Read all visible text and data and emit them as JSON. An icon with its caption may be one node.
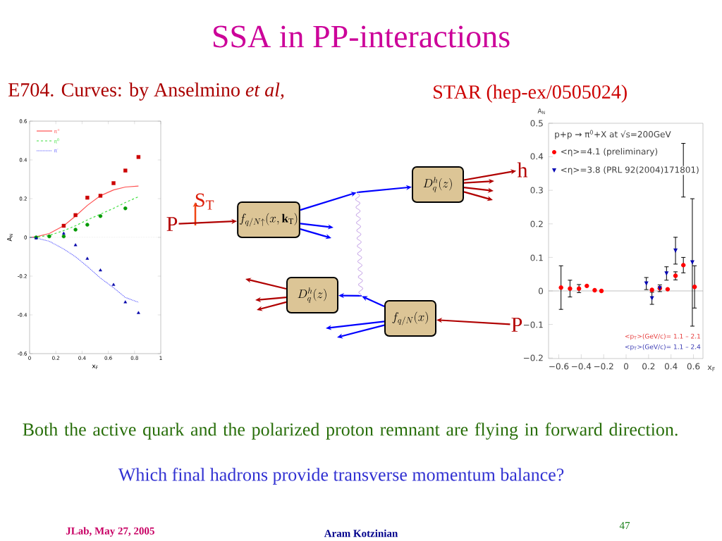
{
  "diagram": {
    "title": "SSA in PP-interactions",
    "nodes": [
      {
        "text": [
          "P"
        ]
      },
      {
        "text": [
          "f_{q/N\\uparrow}(x,\\mathbf{k}_{\\mathrm{T}})"
        ]
      },
      {
        "text": [],
        "shape": "point"
      },
      {
        "text": [
          "D_q^h(z)"
        ]
      },
      {
        "text": [
          "h"
        ]
      },
      {
        "text": [
          "D_q^h(z)"
        ]
      },
      {
        "text": [],
        "shape": "point"
      },
      {
        "text": [
          "f_{q/N}(x)"
        ]
      },
      {
        "text": [
          "P"
        ]
      }
    ],
    "edges": [
      {
        "from": 0,
        "to": 1,
        "arrow": "to"
      },
      {
        "from": 1,
        "to": 2,
        "arrow": "to",
        "color": "#0000ff"
      },
      {
        "from": 1,
        "to": null,
        "arrow": "to",
        "color": "#0000ff"
      },
      {
        "from": 1,
        "to": null,
        "arrow": "to",
        "color": "#0000ff"
      },
      {
        "from": 2,
        "to": 3,
        "arrow": "to",
        "color": "#0000ff"
      },
      {
        "from": 2,
        "to": 6,
        "arrow": "none",
        "color": "#c8a8e8"
      },
      {
        "from": 3,
        "to": 4,
        "arrow": "to"
      },
      {
        "from": 3,
        "to": null,
        "arrow": "to"
      },
      {
        "from": 3,
        "to": null,
        "arrow": "to"
      },
      {
        "from": 3,
        "to": null,
        "arrow": "to"
      },
      {
        "from": 5,
        "to": null,
        "arrow": "to"
      },
      {
        "from": 5,
        "to": null,
        "arrow": "to"
      },
      {
        "from": 5,
        "to": null,
        "arrow": "to"
      },
      {
        "from": 7,
        "to": 6,
        "arrow": "to",
        "color": "#0000ff"
      },
      {
        "from": 6,
        "to": 5,
        "arrow": "to",
        "color": "#0000ff"
      },
      {
        "from": 7,
        "to": null,
        "arrow": "to",
        "color": "#0000ff"
      },
      {
        "from": 7,
        "to": null,
        "arrow": "to",
        "color": "#0000ff"
      },
      {
        "from": 8,
        "to": 7,
        "arrow": "to"
      }
    ],
    "labels": [
      "E704. Curves: by Anselmino *et al,*",
      "STAR (hep-ex/0505024)",
      "S$_{T}$",
      "A$_{N}$",
      "0.5",
      "p+p → π$^{0}$+X at √s=200GeV",
      "0.4",
      "0.3",
      "0.2",
      "0.1",
      "0",
      "−0.1",
      "−0.2",
      "−0.6",
      "−0.4",
      "−0.2",
      "0",
      "0.2",
      "0.4",
      "0.6",
      "x$_{F}$",
      "<p$_{T}$>(GeV/c)=   1.1   –   2.1",
      "<p$_{T}$>(GeV/c)= 1.1   –   2.4",
      "Both the active quark and the polarized proton remnant are flying in forward direction.",
      "Which final hadrons provide transverse momentum balance?",
      "JLab, May 27,  2005",
      "Aram Kotzinian",
      "47"
    ],
    "legend": [
      {
        "text": "<η>=4.1 (preliminary)"
      },
      {
        "text": "<η>=3.8 (PRL 92(2004)171801)"
      }
    ],
    "chart_data": {
      "type": "scatter",
      "legend": "upper left",
      "xlabel": "x$_{F}$",
      "ylabel": "A$_{N}$",
      "x": [
        0,
        0.05,
        0.15,
        0.26,
        0.35,
        0.44,
        0.54,
        0.64,
        0.73,
        0.83
      ],
      "xlim": [
        0,
        1
      ],
      "ylim": [
        -0.6,
        0.6
      ],
      "xticks": [
        0,
        0.2,
        0.4,
        0.6,
        0.8,
        1
      ],
      "yticks": [
        -0.6,
        -0.4,
        -0.2,
        0,
        0.2,
        0.4,
        0.6
      ],
      "series": [
        {
          "name": "π$^{+}$",
          "type": "line",
          "color": "#ff5050",
          "line_style": "solid",
          "values": [
            0,
            0.003,
            0.02,
            0.06,
            0.11,
            0.165,
            0.215,
            0.245,
            0.26,
            0.265
          ]
        },
        {
          "name": "π$^{0}$",
          "type": "line",
          "color": "#40e040",
          "line_style": "dashed",
          "values": [
            0,
            0.002,
            0.01,
            0.035,
            0.06,
            0.09,
            0.12,
            0.15,
            0.18,
            0.21
          ]
        },
        {
          "name": "π$^{-}$",
          "type": "line",
          "color": "#6060ff",
          "line_style": "dotted",
          "values": [
            0,
            -0.003,
            -0.02,
            -0.06,
            -0.1,
            -0.15,
            -0.21,
            -0.26,
            -0.31,
            -0.335
          ]
        },
        {
          "name": null,
          "color": "#cc0000",
          "line_style": "none",
          "marker": "square",
          "values": [
            null,
            null,
            null,
            0.06,
            0.115,
            0.205,
            0.215,
            0.28,
            0.345,
            0.415
          ]
        },
        {
          "name": null,
          "color": "#009900",
          "line_style": "none",
          "marker": "circle",
          "values": [
            null,
            0.0,
            0.005,
            0.005,
            0.04,
            0.065,
            0.11,
            null,
            0.15,
            null
          ]
        },
        {
          "name": null,
          "color": "#0000aa",
          "line_style": "none",
          "marker": "triangle",
          "values": [
            null,
            -0.005,
            null,
            0.02,
            -0.04,
            -0.11,
            -0.17,
            -0.245,
            -0.335,
            -0.39
          ]
        }
      ]
    }
  }
}
